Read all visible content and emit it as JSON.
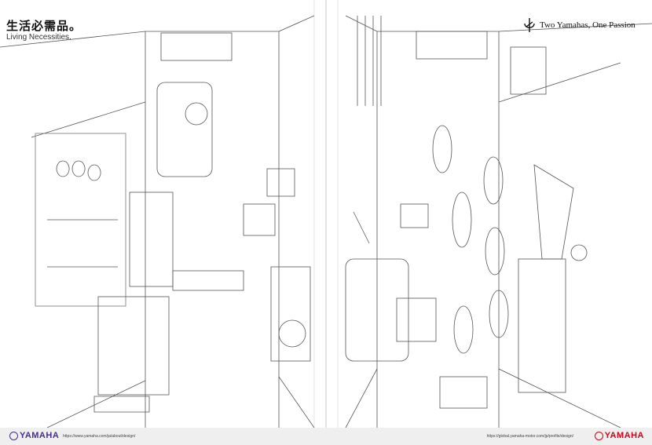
{
  "header": {
    "title_jp": "生活必需品。",
    "title_en": "Living Necessities.",
    "slogan": "Two Yamahas,  One Passion"
  },
  "footer": {
    "left_logo": "YAMAHA",
    "left_url": "https://www.yamaha.com/ja/about/design/",
    "right_url": "https://global.yamaha-motor.com/jp/profile/design/",
    "right_logo": "YAMAHA"
  },
  "colors": {
    "yamaha_corp": "#4a2c8f",
    "yamaha_motor": "#d4001a",
    "footer_bg": "#efefef"
  }
}
